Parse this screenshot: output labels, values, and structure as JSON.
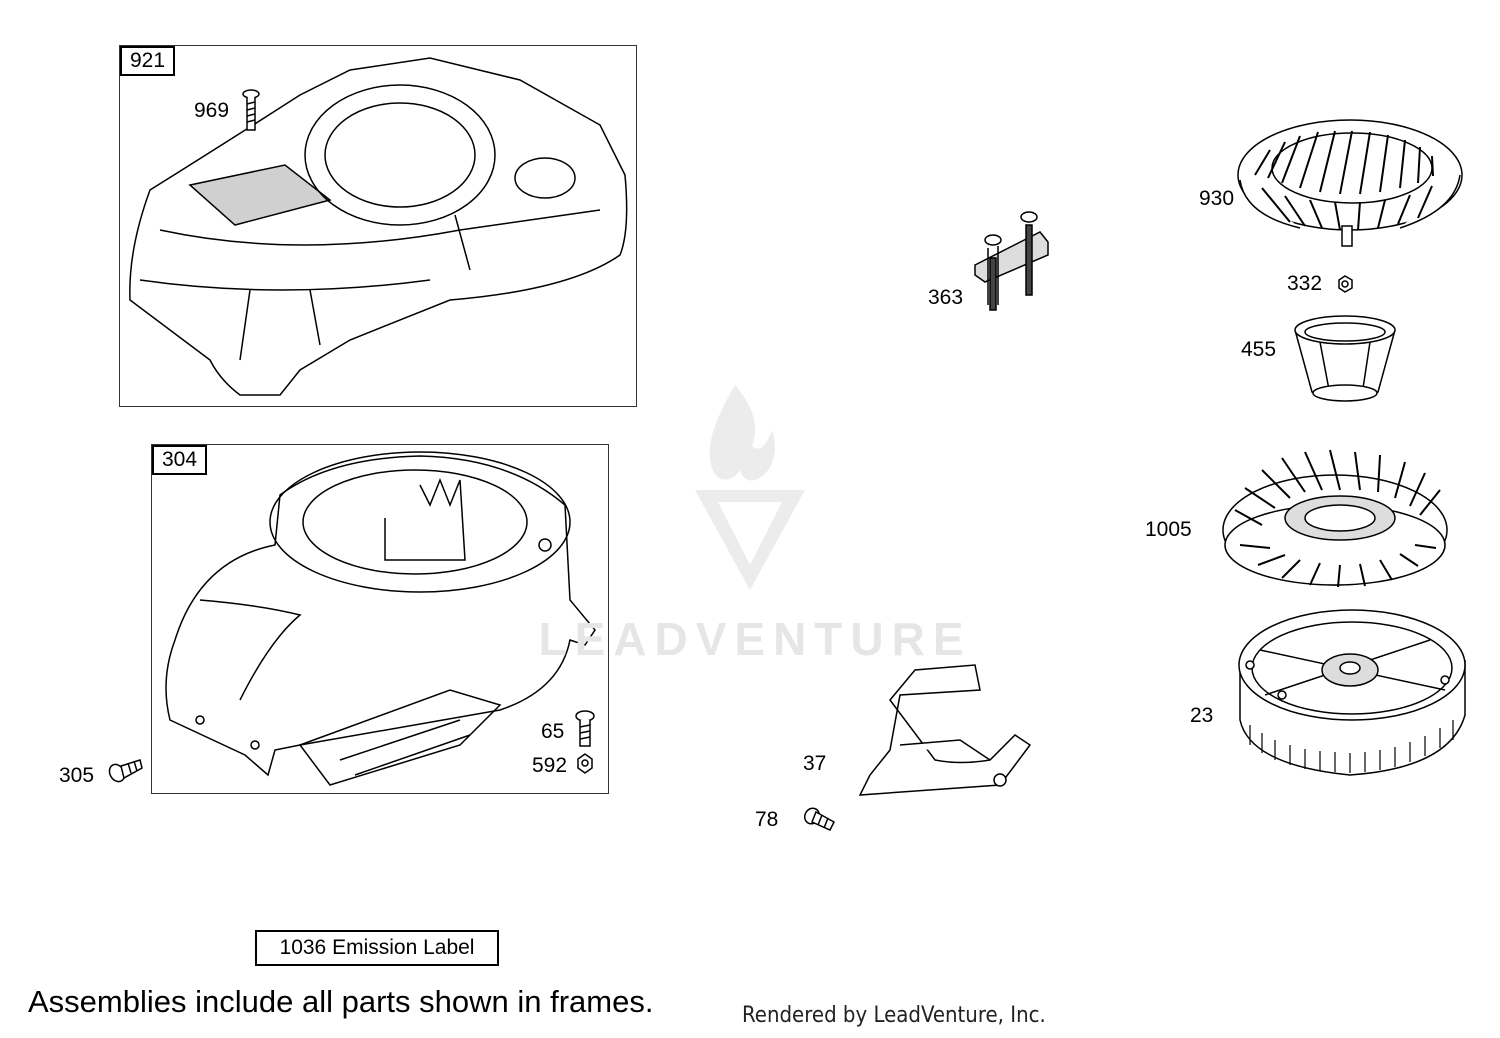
{
  "frames": {
    "blower_housing_frame": {
      "label": "921"
    },
    "housing_frame": {
      "label": "304"
    }
  },
  "callouts": {
    "p969": "969",
    "p930": "930",
    "p363": "363",
    "p332": "332",
    "p455": "455",
    "p1005": "1005",
    "p23": "23",
    "p65": "65",
    "p592": "592",
    "p305": "305",
    "p37": "37",
    "p78": "78"
  },
  "emission_label": "1036 Emission Label",
  "footer_note": "Assemblies include all parts shown in frames.",
  "rendered_by": "Rendered by LeadVenture, Inc.",
  "watermark": {
    "text": "LEADVENTURE",
    "color": "#e6e6e6"
  },
  "colors": {
    "line": "#000000",
    "shade": "#d8d8d8"
  }
}
